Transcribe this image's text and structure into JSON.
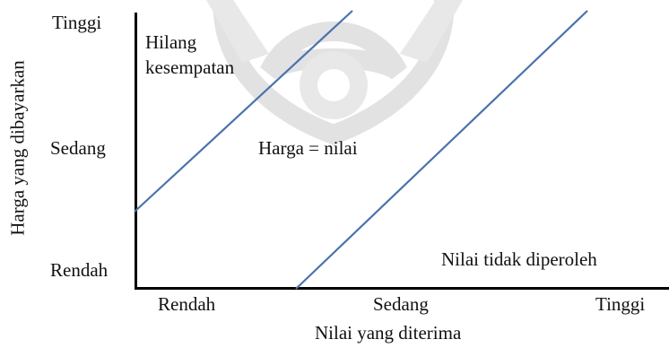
{
  "colors": {
    "line": "#4a72ac",
    "axis": "#000000",
    "text": "#111111",
    "watermark": "#d6d6d6"
  },
  "y_axis": {
    "label": "Harga yang dibayarkan",
    "ticks": [
      "Tinggi",
      "Sedang",
      "Rendah"
    ]
  },
  "x_axis": {
    "label": "Nilai yang diterima",
    "ticks": [
      "Rendah",
      "Sedang",
      "Tinggi"
    ]
  },
  "regions": {
    "lost_opportunity": [
      "Hilang",
      "kesempatan"
    ],
    "price_equals_value": "Harga = nilai",
    "value_not_obtained": "Nilai tidak diperoleh"
  }
}
